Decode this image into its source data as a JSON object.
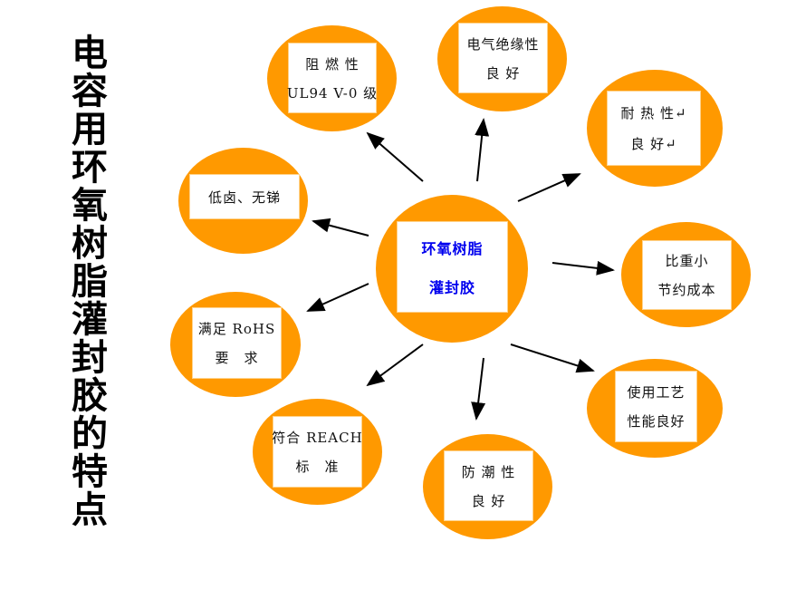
{
  "title": "电容用环氧树脂灌封胶的特点",
  "center": {
    "lines": [
      "环氧树脂",
      "灌封胶"
    ]
  },
  "nodes": [
    {
      "id": "flame",
      "lines": [
        "阻 燃 性",
        "UL94 V-0 级"
      ]
    },
    {
      "id": "insulation",
      "lines": [
        "电气绝缘性",
        "良 好"
      ]
    },
    {
      "id": "heat",
      "lines": [
        "耐 热 性↵",
        "良 好↵"
      ]
    },
    {
      "id": "halogen",
      "lines": [
        "低卤、无锑"
      ]
    },
    {
      "id": "density",
      "lines": [
        "比重小",
        "节约成本"
      ]
    },
    {
      "id": "rohs",
      "lines": [
        "满足 RoHS",
        "要　求"
      ]
    },
    {
      "id": "reach",
      "lines": [
        "符合 REACH",
        "标　准"
      ]
    },
    {
      "id": "moisture",
      "lines": [
        "防 潮 性",
        "良 好"
      ]
    },
    {
      "id": "process",
      "lines": [
        "使用工艺",
        "性能良好"
      ]
    }
  ],
  "colors": {
    "node": "#ff9900",
    "center_text": "#0000ee"
  }
}
